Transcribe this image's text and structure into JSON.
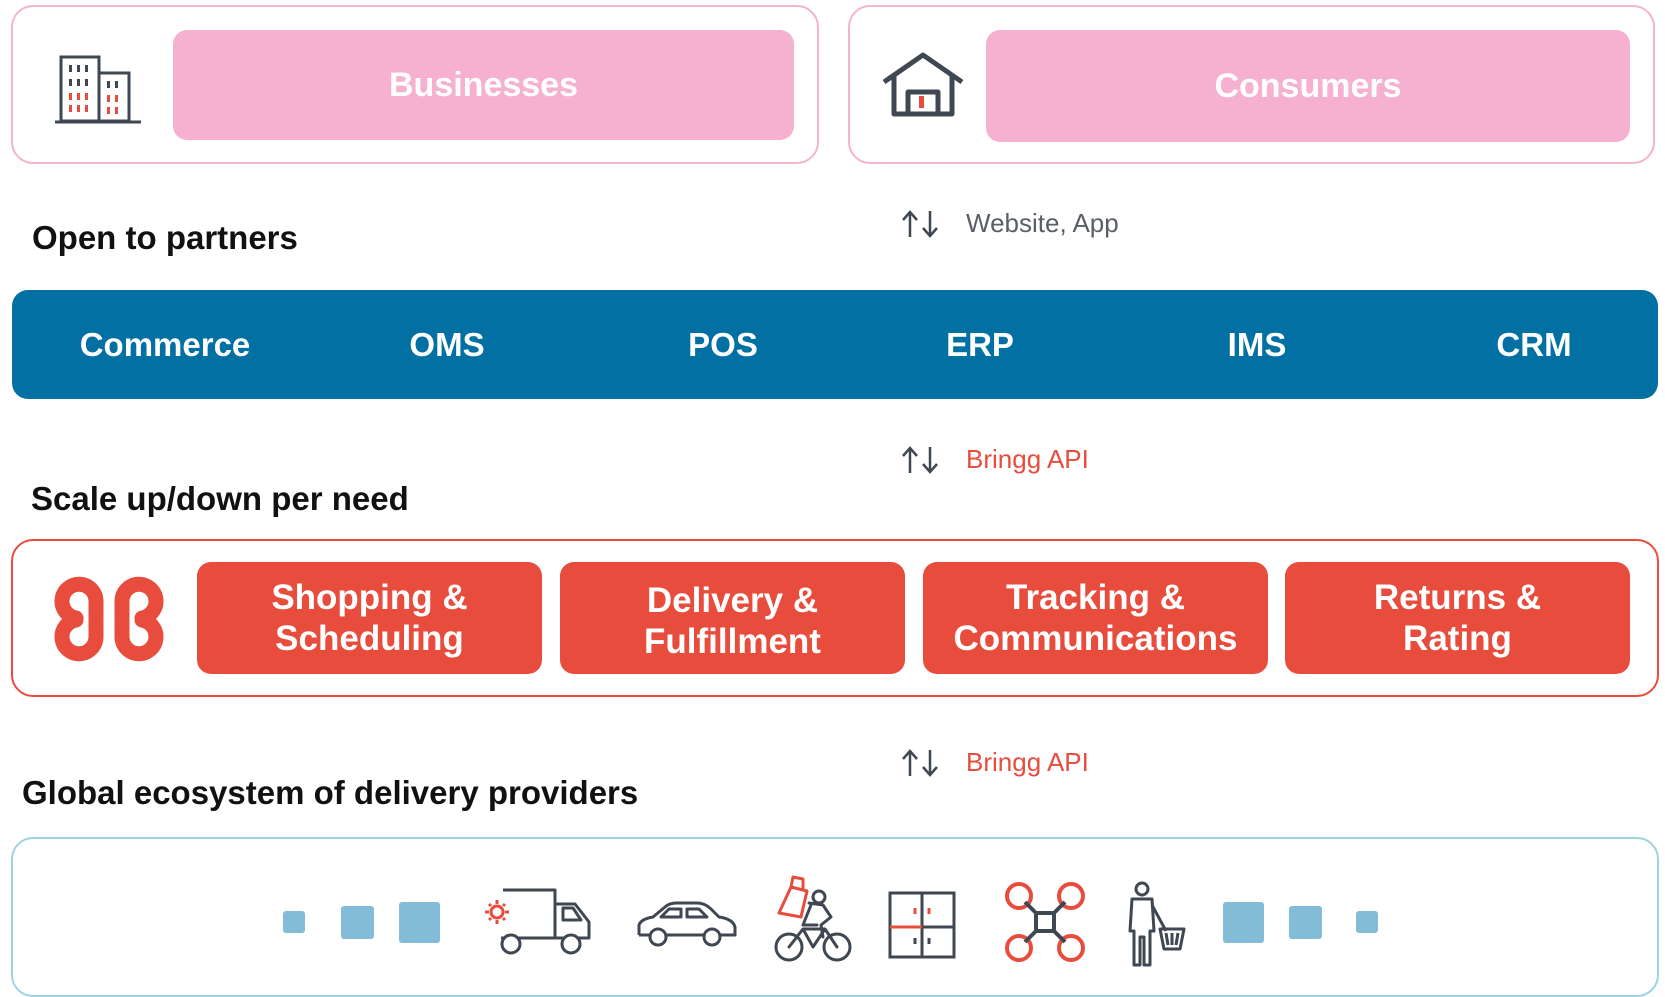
{
  "top": {
    "businesses": {
      "label": "Businesses",
      "icon": "office-building-icon"
    },
    "consumers": {
      "label": "Consumers",
      "icon": "house-icon"
    }
  },
  "flows": {
    "website": {
      "label": "Website, App",
      "icon": "up-down-arrows-icon"
    },
    "api_1": {
      "label": "Bringg API",
      "icon": "up-down-arrows-icon"
    },
    "api_2": {
      "label": "Bringg API",
      "icon": "up-down-arrows-icon"
    }
  },
  "sections": {
    "partners": "Open to partners",
    "scale": "Scale up/down per need",
    "ecosystem": "Global ecosystem of delivery providers"
  },
  "partner_systems": [
    "Commerce",
    "OMS",
    "POS",
    "ERP",
    "IMS",
    "CRM"
  ],
  "capabilities": [
    {
      "line1": "Shopping &",
      "line2": "Scheduling"
    },
    {
      "line1": "Delivery &",
      "line2": "Fulfillment"
    },
    {
      "line1": "Tracking &",
      "line2": "Communications"
    },
    {
      "line1": "Returns &",
      "line2": "Rating"
    }
  ],
  "brand_logo": "bringg-logo-icon",
  "providers": [
    "truck-icon",
    "car-icon",
    "bicycle-courier-icon",
    "locker-icon",
    "drone-icon",
    "shopper-icon"
  ],
  "colors": {
    "pink": "#f5b1cf",
    "blue_bar": "#0270a3",
    "red": "#e84c3d",
    "light_blue": "#82bcd6",
    "icon_grey": "#3f4752"
  }
}
